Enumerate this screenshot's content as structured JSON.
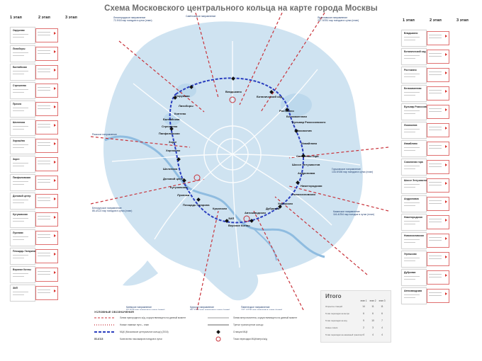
{
  "title": "Схема Московского центрального кольца на карте города Москвы",
  "left_headers": {
    "s1": "1 этап",
    "s2": "2 этап",
    "s3": "3 этап"
  },
  "right_headers": {
    "s1": "1 этап",
    "s2": "2 этап",
    "s3": "3 этап"
  },
  "left_stations": [
    "Окружная",
    "Лихоборы",
    "Балтийская",
    "Стрешнево",
    "Пресня",
    "Шелепиха",
    "Хорошёво",
    "Зорге",
    "Панфиловская",
    "Деловой центр",
    "Кутузовская",
    "Лужники",
    "Площадь Гагарина",
    "Верхние Котлы",
    "ЗИЛ"
  ],
  "right_stations": [
    "Владыкино",
    "Ботанический сад",
    "Ростокино",
    "Белокаменная",
    "Бульвар Рокоссовского",
    "Локомотив",
    "Измайлово",
    "Соколиная гора",
    "Шоссе Энтузиастов",
    "Андроновка",
    "Нижегородская",
    "Новохохловская",
    "Угрешская",
    "Дубровка",
    "Автозаводская"
  ],
  "map_labels": {
    "okruzhnaya": "Окружная",
    "likhobory": "Лихоборы",
    "vladykino": "Владыкино",
    "botsad": "Ботанический сад",
    "rostokino": "Ростокино",
    "belokamennaya": "Белокаменная",
    "rokossovskogo": "Бульвар Рокоссовского",
    "lokomotiv": "Локомотив",
    "izmaylovo": "Измайлово",
    "sokolinaya": "Соколиная гора",
    "entuziastov": "Шоссе Энтузиастов",
    "andronovka": "Андроновка",
    "nizhegorodskaya": "Нижегородская",
    "novokhokhlovskaya": "Новохохловская",
    "ugreshskaya": "Угрешская",
    "dubrovka": "Дубровка",
    "avtozavodskaya": "Автозаводская",
    "zil": "ЗИЛ",
    "kotly": "Верхние Котлы",
    "krymskaya": "Крымская",
    "gagarina": "Площадь Гагарина",
    "luzhniki": "Лужники",
    "kutuzovskaya": "Кутузовская",
    "delovoy": "Деловой центр",
    "shelepikha": "Шелепиха",
    "khoroshevo": "Хорошёво",
    "zorge": "Зорге",
    "panfilovskaya": "Панфиловская",
    "streshnevo": "Стрешнево",
    "baltiyskaya": "Балтийская",
    "koptevo": "Коптево"
  },
  "directions": {
    "leningrad": "Ленинградское направление\n72-9/18 пар поездов в сутки (план)",
    "savelovo": "Савёловское направление",
    "yaroslavl": "Ярославское направление\n257-9/251 пар поездов в сутки (план)",
    "rizhskoe": "Рижское направление",
    "belorussia": "Белорусское направление\n85-4/122 пар поездов в сутки (план)",
    "gorkovskoe": "Горьковское направление\n133-9/156 пар поездов в сутки (план)",
    "kazan": "Казанское направление\n116-4/254 пар поездов в сутки (план)",
    "kursk": "Курское направление\n88-3/200 пар поездов в сутки (план)",
    "kiev": "Киевское направление\n53-9/25 пар поездов в сутки (план)",
    "paveletskoe": "Павелецкое направление\n107-4/136 пар поездов в сутки (план)"
  },
  "legend": {
    "header": "УСЛОВНЫЕ ОБОЗНАЧЕНИЯ",
    "items": [
      "Линия пригородного ж/д, осуществляющего на данный момент",
      "Новые главные пути – план",
      "МЦК (Московское центральное кольцо) (2016)",
      "Количество пассажиров поездов в сутки",
      "Линия метрополитена, осуществляющего на данный момент",
      "Третье транспортное кольцо",
      "Станции МЦК",
      "Точки пересадки МЦК/метро/ж/д"
    ],
    "sample_value": "85-4/118"
  },
  "itogo": {
    "title": "Итого",
    "columns": [
      "этап 1",
      "этап 2",
      "этап 3"
    ],
    "rows": [
      {
        "label": "Открытие станций",
        "values": [
          "14",
          "11",
          "11"
        ]
      },
      {
        "label": "Точки пересадки на метро",
        "values": [
          "6",
          "6",
          "6"
        ]
      },
      {
        "label": "Точки пересадки на ж/д",
        "values": [
          "9",
          "10",
          "7"
        ]
      },
      {
        "label": "Новые линии",
        "values": [
          "2",
          "3",
          "4"
        ]
      },
      {
        "label": "Точки пересадки на наземный транспорт",
        "values": [
          "4",
          "4",
          "4"
        ]
      }
    ]
  },
  "colors": {
    "water": "#cfe3f1",
    "ring": "#2b3fbf",
    "rail": "#c8323a",
    "metro": "#ffffff",
    "text": "#333333"
  }
}
